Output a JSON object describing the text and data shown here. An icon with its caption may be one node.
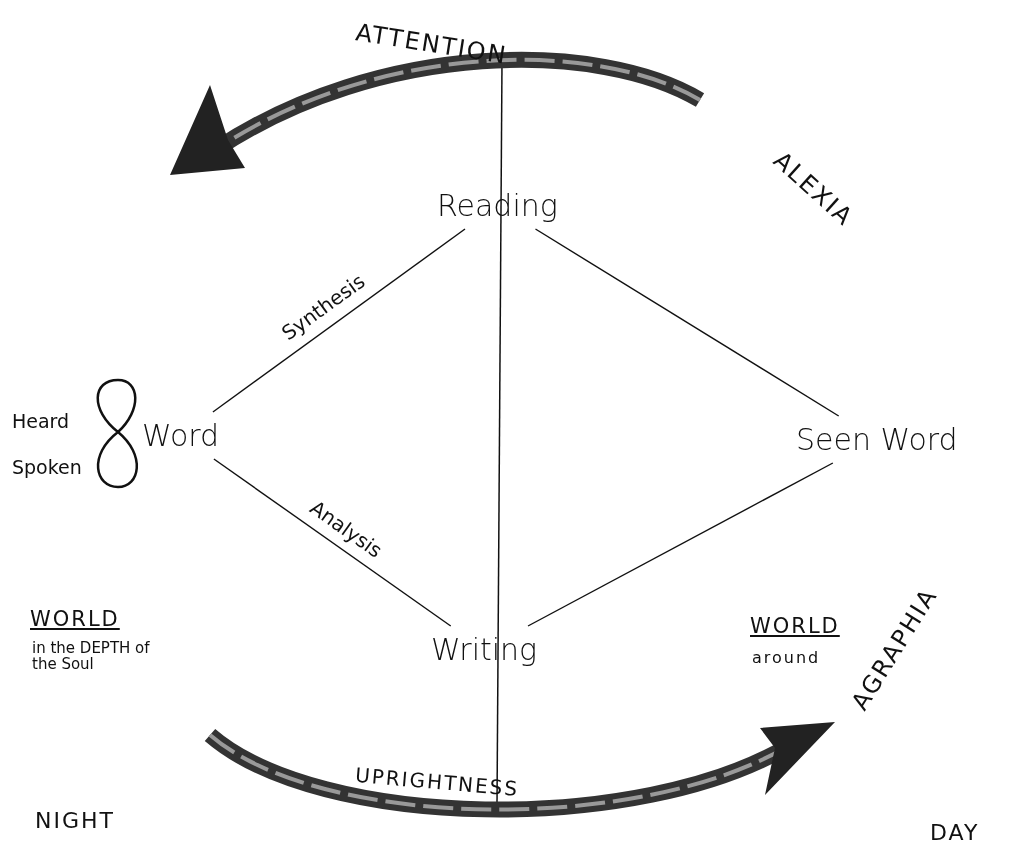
{
  "diagram": {
    "nodes": [
      {
        "text": [
          "Reading"
        ]
      },
      {
        "text": [
          "Word"
        ],
        "beside": [
          "Heard",
          "Spoken"
        ]
      },
      {
        "text": [
          "Seen Word"
        ]
      },
      {
        "text": [
          "Writing"
        ]
      }
    ],
    "edges": [
      {
        "from": 0,
        "to": 1,
        "arrow": "none",
        "label": "Synthesis"
      },
      {
        "from": 1,
        "to": 3,
        "arrow": "none",
        "label": "Analysis"
      },
      {
        "from": 0,
        "to": 2,
        "arrow": "none"
      },
      {
        "from": 2,
        "to": 3,
        "arrow": "none"
      }
    ],
    "labels": [
      "ATTENTION",
      "ALEXIA",
      "WORLD",
      "in the DEPTH of the Soul",
      "WORLD",
      "around",
      "AGRAPHIA",
      "UPRIGHTNESS",
      "NIGHT",
      "DAY"
    ]
  }
}
